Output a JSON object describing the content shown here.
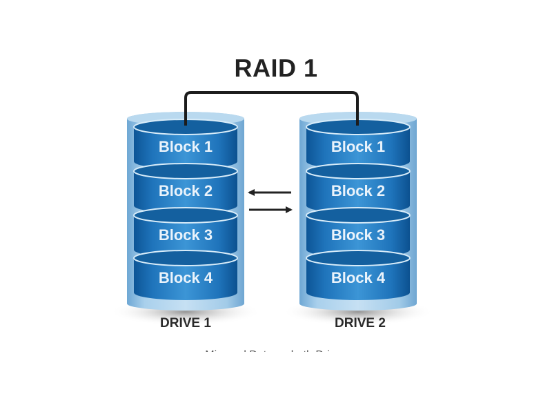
{
  "title": "RAID 1",
  "drives": [
    {
      "label": "DRIVE 1",
      "blocks": [
        "Block 1",
        "Block 2",
        "Block 3",
        "Block 4"
      ]
    },
    {
      "label": "DRIVE 2",
      "blocks": [
        "Block 1",
        "Block 2",
        "Block 3",
        "Block 4"
      ]
    }
  ],
  "arrows": [
    {
      "direction": "left"
    },
    {
      "direction": "right"
    }
  ],
  "caption": "Mirrored Data on both Drives",
  "colors": {
    "outer_shell": "#8dbde0",
    "block_dark": "#0f5ea3",
    "block_mid": "#2d86cc",
    "block_top": "#1a5f9a",
    "text_dark": "#222222"
  }
}
